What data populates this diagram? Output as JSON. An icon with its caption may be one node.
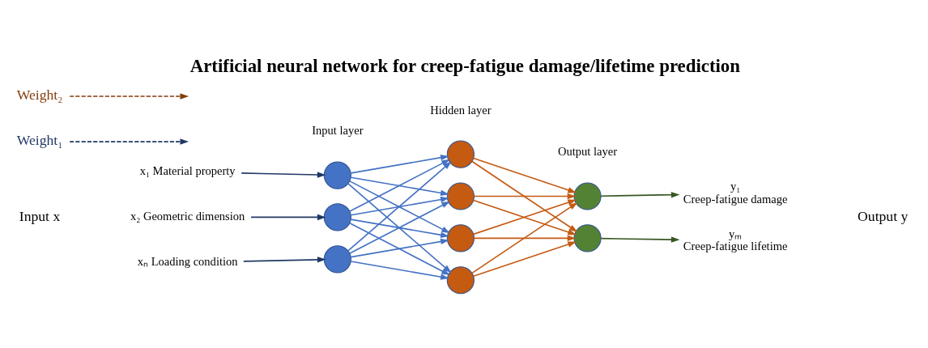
{
  "diagram": {
    "title": "Artificial neural network for creep-fatigue damage/lifetime prediction",
    "nodes": [
      {
        "text": [
          "x₁ Material property"
        ]
      },
      {
        "text": [
          "x₂ Geometric dimension"
        ]
      },
      {
        "text": [
          "xₙ Loading condition"
        ]
      },
      {
        "text": [],
        "shape": "circle"
      },
      {
        "text": [],
        "shape": "circle"
      },
      {
        "text": [],
        "shape": "circle"
      },
      {
        "text": [],
        "shape": "circle"
      },
      {
        "text": [],
        "shape": "circle"
      },
      {
        "text": [],
        "shape": "circle"
      },
      {
        "text": [],
        "shape": "circle"
      },
      {
        "text": [],
        "shape": "circle"
      },
      {
        "text": [],
        "shape": "circle"
      },
      {
        "text": [
          "y₁",
          "Creep-fatigue damage"
        ]
      },
      {
        "text": [
          "yₘ",
          "Creep-fatigue lifetime"
        ]
      },
      {
        "text": [
          "Weight₁"
        ]
      },
      {
        "text": [
          "Weight₂"
        ]
      }
    ],
    "edges": [
      {
        "from": 0,
        "to": 3,
        "arrow": "to",
        "color": "#203864"
      },
      {
        "from": 1,
        "to": 4,
        "arrow": "to",
        "color": "#203864"
      },
      {
        "from": 2,
        "to": 5,
        "arrow": "to",
        "color": "#203864"
      },
      {
        "from": 3,
        "to": 6,
        "arrow": "to"
      },
      {
        "from": 3,
        "to": 7,
        "arrow": "to"
      },
      {
        "from": 3,
        "to": 8,
        "arrow": "to"
      },
      {
        "from": 3,
        "to": 9,
        "arrow": "to"
      },
      {
        "from": 4,
        "to": 6,
        "arrow": "to"
      },
      {
        "from": 4,
        "to": 7,
        "arrow": "to"
      },
      {
        "from": 4,
        "to": 8,
        "arrow": "to"
      },
      {
        "from": 4,
        "to": 9,
        "arrow": "to"
      },
      {
        "from": 5,
        "to": 6,
        "arrow": "to"
      },
      {
        "from": 5,
        "to": 7,
        "arrow": "to"
      },
      {
        "from": 5,
        "to": 8,
        "arrow": "to"
      },
      {
        "from": 5,
        "to": 9,
        "arrow": "to"
      },
      {
        "from": 6,
        "to": 10,
        "arrow": "to",
        "color": "#c55a11"
      },
      {
        "from": 6,
        "to": 11,
        "arrow": "to",
        "color": "#c55a11"
      },
      {
        "from": 7,
        "to": 10,
        "arrow": "to",
        "color": "#c55a11"
      },
      {
        "from": 7,
        "to": 11,
        "arrow": "to",
        "color": "#c55a11"
      },
      {
        "from": 8,
        "to": 10,
        "arrow": "to",
        "color": "#c55a11"
      },
      {
        "from": 8,
        "to": 11,
        "arrow": "to",
        "color": "#c55a11"
      },
      {
        "from": 9,
        "to": 10,
        "arrow": "to",
        "color": "#c55a11"
      },
      {
        "from": 9,
        "to": 11,
        "arrow": "to",
        "color": "#c55a11"
      },
      {
        "from": 10,
        "to": 12,
        "arrow": "to",
        "color": "#385723"
      },
      {
        "from": 11,
        "to": 13,
        "arrow": "to",
        "color": "#385723"
      },
      {
        "from": 14,
        "to": null,
        "arrow": "to",
        "style": "dashed",
        "color": "#203864"
      },
      {
        "from": 15,
        "to": null,
        "arrow": "to",
        "style": "dashed",
        "color": "#843c0c"
      }
    ],
    "labels": [
      "Input layer",
      "Hidden layer",
      "Output layer",
      "Input x",
      "Output y"
    ]
  }
}
